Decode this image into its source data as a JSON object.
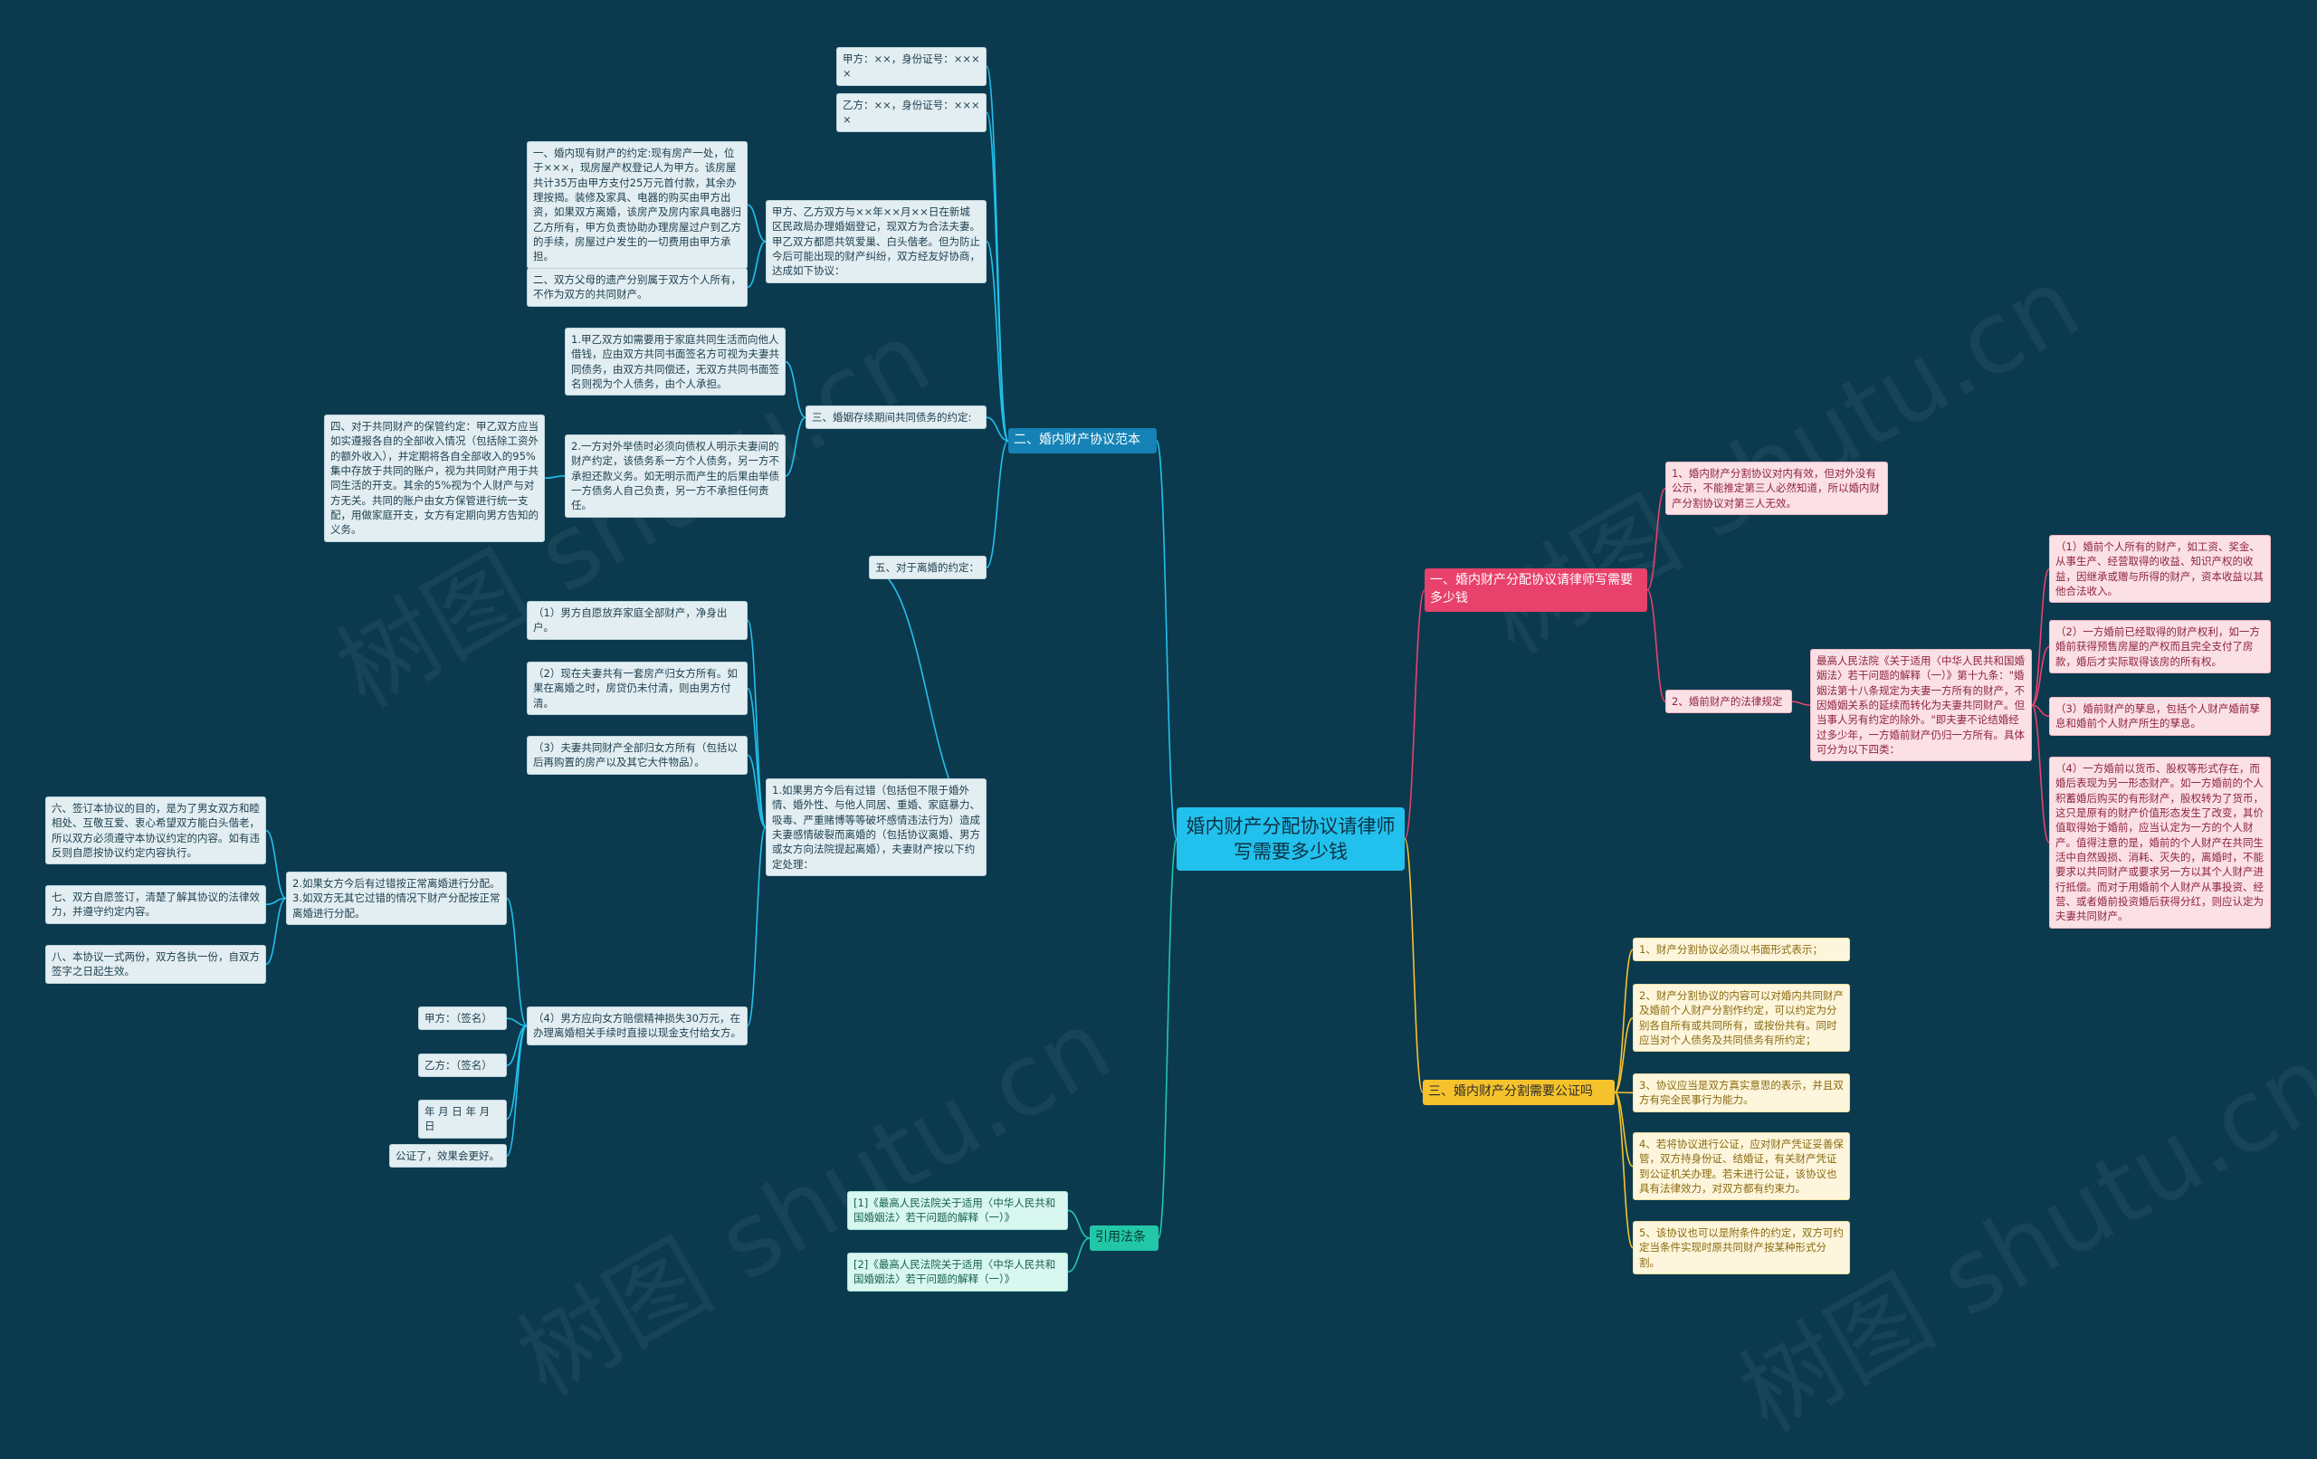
{
  "watermarks": [
    "树图 shutu.cn",
    "树图 shutu.cn",
    "树图 shutu.cn",
    "树图 shutu.cn"
  ],
  "colors": {
    "background": "#0b3a4e",
    "root": "#22c0ec",
    "branch_red": "#e8416b",
    "branch_yellow": "#f6c22c",
    "branch_green": "#22c7a7",
    "branch_blue": "#1582b6"
  },
  "root": {
    "text": "婚内财产分配协议请律师写需要多少钱"
  },
  "branch1": {
    "label": "一、婚内财产分配协议请律师写需要多少钱",
    "c1": "1、婚内财产分割协议对内有效，但对外没有公示，不能推定第三人必然知道，所以婚内财产分割协议对第三人无效。",
    "c2": "2、婚前财产的法律规定",
    "law": "最高人民法院《关于适用〈中华人民共和国婚姻法〉若干问题的解释（一）》第十九条：\"婚姻法第十八条规定为夫妻一方所有的财产，不因婚姻关系的延续而转化为夫妻共同财产。但当事人另有约定的除外。\"即夫妻不论结婚经过多少年，一方婚前财产仍归一方所有。具体可分为以下四类：",
    "items": [
      "（1）婚前个人所有的财产，如工资、奖金、从事生产、经营取得的收益、知识产权的收益，因继承或赠与所得的财产，资本收益以其他合法收入。",
      "（2）一方婚前已经取得的财产权利，如一方婚前获得预售房屋的产权而且完全支付了房款，婚后才实际取得该房的所有权。",
      "（3）婚前财产的孳息，包括个人财产婚前孳息和婚前个人财产所生的孳息。",
      "（4）一方婚前以货币、股权等形式存在，而婚后表现为另一形态财产。如一方婚前的个人积蓄婚后购买的有形财产，股权转为了货币，这只是原有的财产价值形态发生了改变，其价值取得始于婚前，应当认定为一方的个人财产。值得注意的是，婚前的个人财产在共同生活中自然毁损、消耗、灭失的，离婚时，不能要求以共同财产或要求另一方以其个人财产进行抵偿。而对于用婚前个人财产从事投资、经营、或者婚前投资婚后获得分红，则应认定为夫妻共同财产。"
    ]
  },
  "branch3": {
    "label": "三、婚内财产分割需要公证吗",
    "items": [
      "1、财产分割协议必须以书面形式表示；",
      "2、财产分割协议的内容可以对婚内共同财产及婚前个人财产分割作约定，可以约定为分别各自所有或共同所有，或按份共有。同时应当对个人债务及共同债务有所约定；",
      "3、协议应当是双方真实意思的表示，并且双方有完全民事行为能力。",
      "4、若将协议进行公证，应对财产凭证妥善保管，双方持身份证、结婚证，有关财产凭证到公证机关办理。若未进行公证，该协议也具有法律效力，对双方都有约束力。",
      "5、该协议也可以是附条件的约定，双方可约定当条件实现时原共同财产按某种形式分割。"
    ]
  },
  "branch_cite": {
    "label": "引用法条",
    "items": [
      "[1]《最高人民法院关于适用〈中华人民共和国婚姻法〉若干问题的解释（一）》",
      "[2]《最高人民法院关于适用〈中华人民共和国婚姻法〉若干问题的解释（一）》"
    ]
  },
  "branch2": {
    "label": "二、婚内财产协议范本",
    "jia": "甲方：××，身份证号：××××",
    "yi": "乙方：××，身份证号：××××",
    "preamble": "甲方、乙方双方与××年××月××日在新城区民政局办理婚姻登记，现双方为合法夫妻。甲乙双方都愿共筑爱巢、白头偕老。但为防止今后可能出现的财产纠纷，双方经友好协商，达成如下协议：",
    "p1": "一、婚内现有财产的约定:现有房产一处，位于×××，现房屋产权登记人为甲方。该房屋共计35万由甲方支付25万元首付款，其余办理按揭。装修及家具、电器的购买由甲方出资，如果双方离婚，该房产及房内家具电器归乙方所有，甲方负责协助办理房屋过户到乙方的手续，房屋过户发生的一切费用由甲方承担。",
    "p2": "二、双方父母的遗产分别属于双方个人所有，不作为双方的共同财产。",
    "debt": "三、婚姻存续期间共同债务的约定:",
    "debt1": "1.甲乙双方如需要用于家庭共同生活而向他人借钱，应由双方共同书面签名方可视为夫妻共同债务，由双方共同偿还，无双方共同书面签名则视为个人债务，由个人承担。",
    "debt2": "2.一方对外举债时必须向债权人明示夫妻间的财产约定，该债务系一方个人债务，另一方不承担还款义务。如无明示而产生的后果由举债一方债务人自己负责，另一方不承担任何责任。",
    "p4": "四、对于共同财产的保管约定：甲乙双方应当如实遵报各自的全部收入情况（包括除工资外的额外收入），并定期将各自全部收入的95%集中存放于共同的账户，视为共同财产用于共同生活的开支。其余的5%视为个人财产与对方无关。共同的账户由女方保管进行统一支配，用做家庭开支，女方有定期向男方告知的义务。",
    "p5": "五、对于离婚的约定：",
    "p5_1": "1.如果男方今后有过错（包括但不限于婚外情、婚外性、与他人同居、重婚、家庭暴力、吸毒、严重赌博等等破坏感情违法行为）造成夫妻感情破裂而离婚的（包括协议离婚、男方或女方向法院提起离婚），夫妻财产按以下约定处理：",
    "p5_1_items": [
      "（1）男方自愿放弃家庭全部财产，净身出户。",
      "（2）现在夫妻共有一套房产归女方所有。如果在离婚之时，房贷仍未付清，则由男方付清。",
      "（3）夫妻共同财产全部归女方所有（包括以后再购置的房产以及其它大件物品）。",
      "（4）男方应向女方赔偿精神损失30万元，在办理离婚相关手续时直接以现金支付给女方。"
    ],
    "p5_23": "2.如果女方今后有过错按正常离婚进行分配。3.如双方无其它过错的情况下财产分配按正常离婚进行分配。",
    "p6": "六、签订本协议的目的，是为了男女双方和睦相处、互敬互爱、衷心希望双方能白头偕老，所以双方必须遵守本协议约定的内容。如有违反则自愿按协议约定内容执行。",
    "p7": "七、双方自愿签订，清楚了解其协议的法律效力，并遵守约定内容。",
    "p8": "八、本协议一式两份，双方各执一份，自双方签字之日起生效。",
    "sign_jia": "甲方：（签名）",
    "sign_yi": "乙方：（签名）",
    "date": "年 月 日 年 月 日",
    "notary": "公证了，效果会更好。"
  }
}
